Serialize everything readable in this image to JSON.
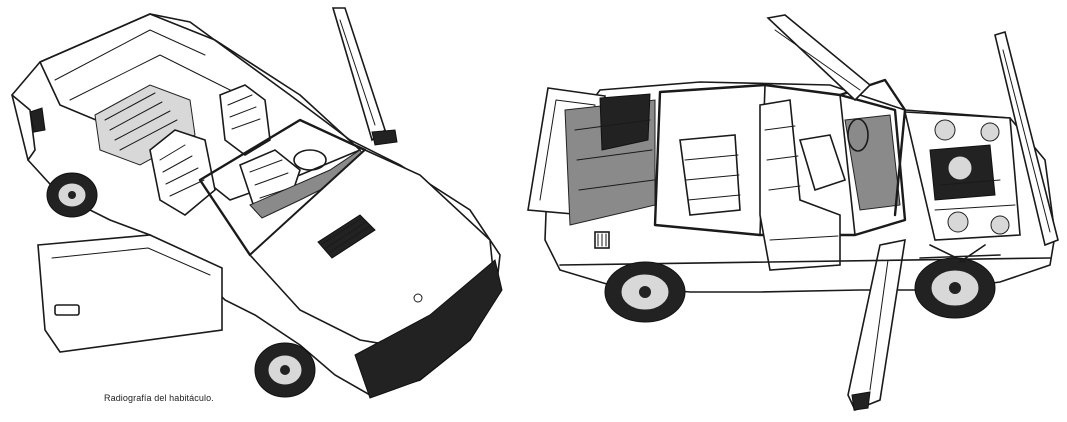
{
  "caption": "Radiografía del habitáculo.",
  "colors": {
    "ink": "#1a1a1a",
    "paper": "#ffffff",
    "shade": "#222222"
  },
  "illustrations": [
    {
      "id": "left",
      "subject": "coupe-cutaway-top-three-quarter-view"
    },
    {
      "id": "right",
      "subject": "coupe-cutaway-side-view"
    }
  ]
}
